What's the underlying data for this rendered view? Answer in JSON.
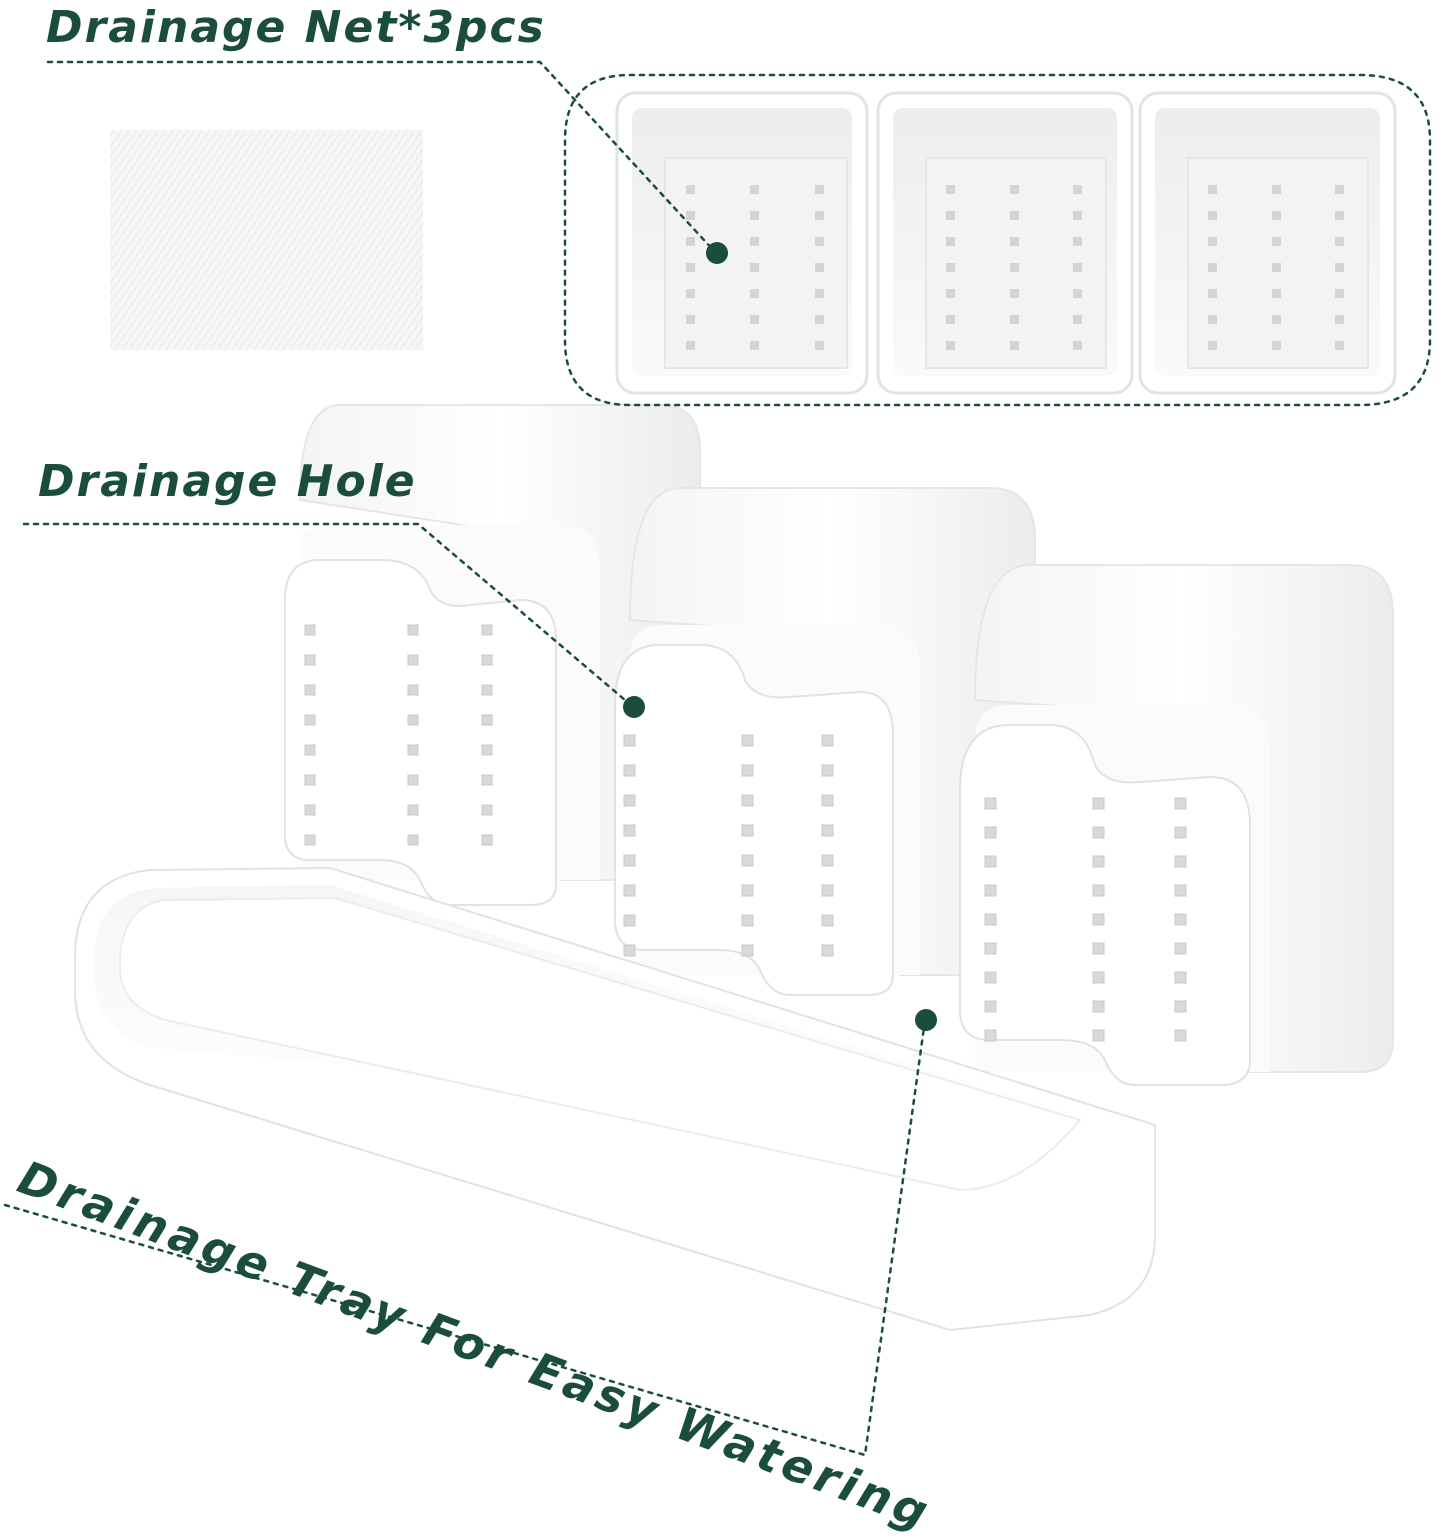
{
  "labels": {
    "net": "Drainage Net*3pcs",
    "hole": "Drainage Hole",
    "tray": "Drainage Tray For Easy Watering"
  },
  "colors": {
    "accent": "#1b4d3e",
    "product": "#ffffff",
    "product_shade": "#e9e9e9",
    "mesh": "#dcdcdc"
  },
  "icons": {
    "callout_marker": "dot-marker-icon"
  }
}
